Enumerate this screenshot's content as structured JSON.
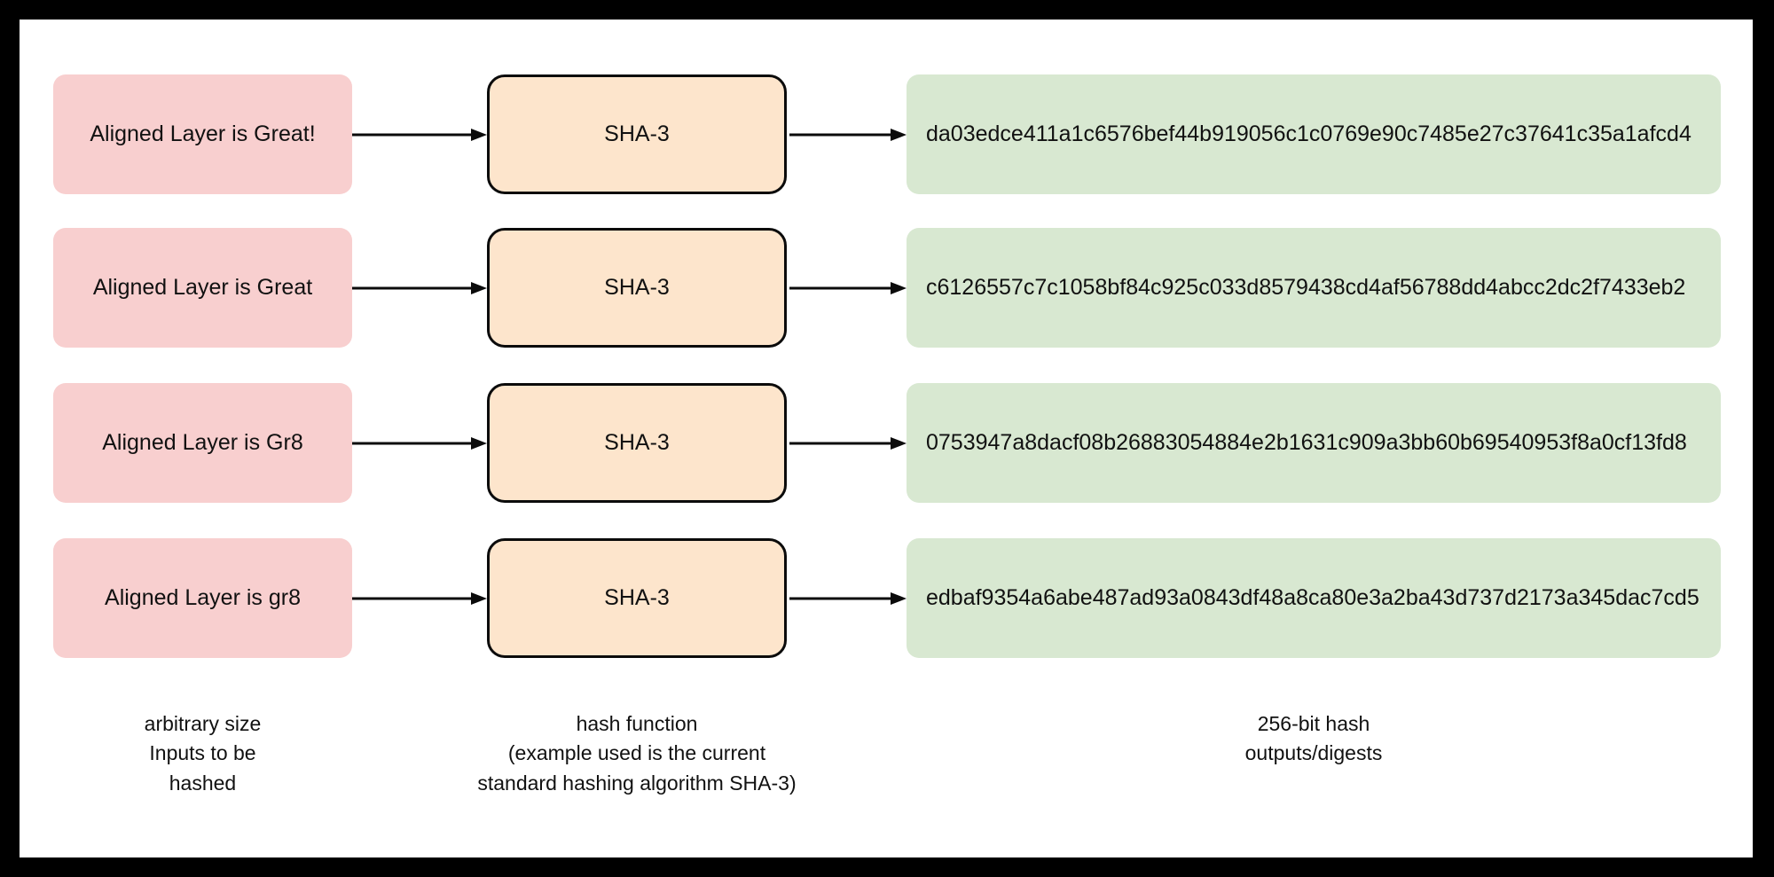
{
  "diagram": {
    "title": "Hash function example with SHA-3",
    "colors": {
      "frame": "#000000",
      "canvas": "#ffffff",
      "input_fill": "#f8cfcf",
      "hash_fill": "#fde5cc",
      "hash_border": "#0b0b0b",
      "output_fill": "#d8e8d1",
      "text": "#111111",
      "arrow": "#0b0b0b"
    },
    "rows": [
      {
        "input": "Aligned Layer is Great!",
        "hash_function": "SHA-3",
        "output": "da03edce411a1c6576bef44b919056c1c0769e90c7485e27c37641c35a1afcd4"
      },
      {
        "input": "Aligned Layer is Great",
        "hash_function": "SHA-3",
        "output": "c6126557c7c1058bf84c925c033d8579438cd4af56788dd4abcc2dc2f7433eb2"
      },
      {
        "input": "Aligned Layer is Gr8",
        "hash_function": "SHA-3",
        "output": "0753947a8dacf08b26883054884e2b1631c909a3bb60b69540953f8a0cf13fd8"
      },
      {
        "input": "Aligned Layer is gr8",
        "hash_function": "SHA-3",
        "output": "edbaf9354a6abe487ad93a0843df48a8ca80e3a2ba43d737d2173a345dac7cd5"
      }
    ],
    "captions": {
      "inputs": "arbitrary size\nInputs to be\nhashed",
      "hash": "hash function\n(example used is the current\nstandard hashing algorithm SHA-3)",
      "outputs": "256-bit hash\noutputs/digests"
    }
  }
}
